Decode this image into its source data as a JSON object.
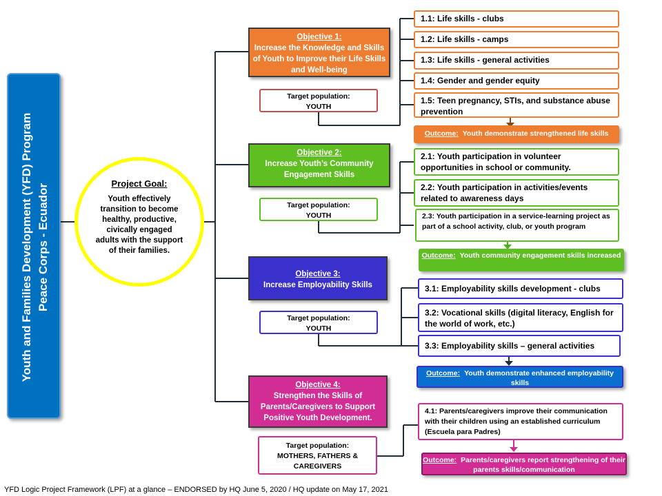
{
  "sidebar": {
    "title_line1": "Youth and Families Development (YFD) Program",
    "title_line2": "Peace Corps - Ecuador"
  },
  "goal": {
    "title": "Project Goal:",
    "text": "Youth effectively transition to become healthy, productive, civically engaged adults with the support of their families."
  },
  "colors": {
    "orange": "#ed7d31",
    "green": "#5fbf22",
    "blue": "#3a30cc",
    "magenta": "#d22d94",
    "outcome_blue": "#0b6fcf",
    "yellow": "#ffff00",
    "sidebar": "#0070c0",
    "target_red": "#c0504d"
  },
  "objectives": [
    {
      "title": "Objective 1:",
      "text": "Increase the Knowledge and Skills of Youth to Improve their Life Skills and Well-being",
      "target_label": "Target population:",
      "target_value": "YOUTH",
      "activities": [
        "1.1: Life skills - clubs",
        "1.2: Life skills - camps",
        "1.3: Life skills - general activities",
        "1.4: Gender and gender equity",
        "1.5: Teen pregnancy, STIs, and substance abuse prevention"
      ],
      "outcome_label": "Outcome:",
      "outcome_text": "Youth demonstrate strengthened life skills"
    },
    {
      "title": "Objective 2:",
      "text": "Increase Youth’s Community Engagement Skills",
      "target_label": "Target population:",
      "target_value": "YOUTH",
      "activities": [
        "2.1: Youth participation in volunteer opportunities in school or community.",
        "2.2: Youth participation in activities/events related to awareness days",
        "2.3: Youth participation in a service-learning project as part of a school activity, club, or youth program"
      ],
      "outcome_label": "Outcome:",
      "outcome_text": "Youth community engagement skills increased"
    },
    {
      "title": "Objective 3:",
      "text": "Increase Employability Skills",
      "target_label": "Target population:",
      "target_value": "YOUTH",
      "activities": [
        "3.1: Employability skills development - clubs",
        "3.2:  Vocational skills (digital literacy, English for the world of work, etc.)",
        "3.3: Employability skills – general activities"
      ],
      "outcome_label": "Outcome:",
      "outcome_text": "Youth demonstrate enhanced employability skills"
    },
    {
      "title": "Objective 4:",
      "text": "Strengthen the Skills of Parents/Caregivers to Support Positive Youth Development.",
      "target_label": "Target population:",
      "target_value": "MOTHERS, FATHERS & CAREGIVERS",
      "activities": [
        "4.1: Parents/caregivers  improve their communication  with their children using an established curriculum (Escuela para Padres)"
      ],
      "outcome_label": "Outcome:",
      "outcome_text": "Parents/caregivers report strengthening of their parents skills/communication"
    }
  ],
  "footer": "YFD Logic Project Framework (LPF) at a glance –  ENDORSED by HQ June 5, 2020  /  HQ update on May 17, 2021"
}
